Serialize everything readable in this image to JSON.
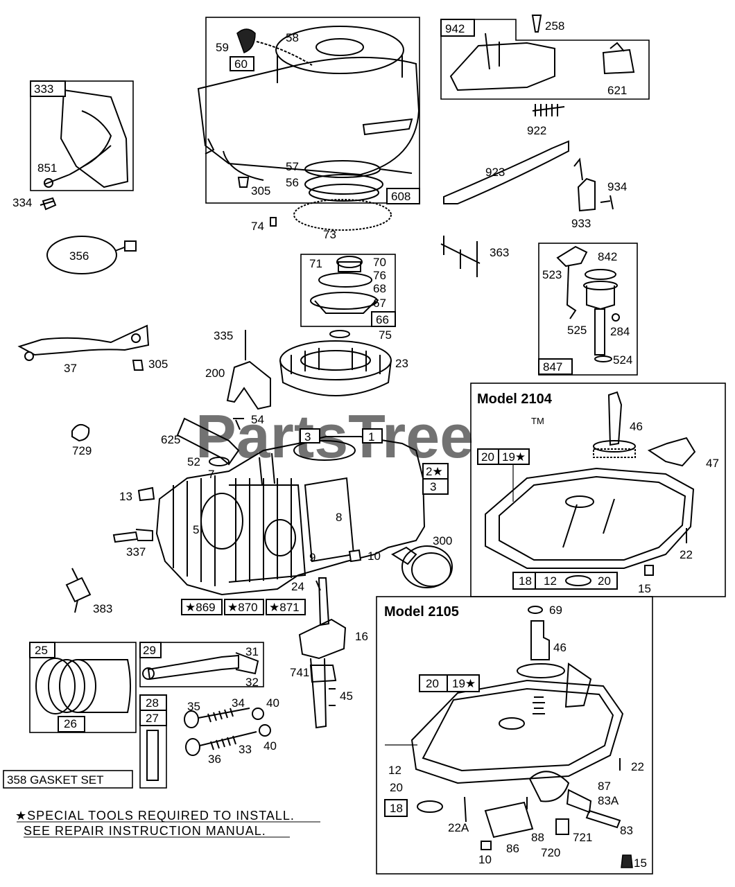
{
  "watermark": "PartsTree",
  "trademark": "TM",
  "sections": {
    "model_2104": "Model 2104",
    "model_2105": "Model 2105"
  },
  "footnote": {
    "line1": "★SPECIAL TOOLS REQUIRED TO INSTALL.",
    "line2": "SEE REPAIR INSTRUCTION MANUAL."
  },
  "gasket_set": "358 GASKET SET",
  "boxed_labels": {
    "b333": "333",
    "b60": "60",
    "b608": "608",
    "b942": "942",
    "b66": "66",
    "b847": "847",
    "b1": "1",
    "b3a": "3",
    "b2": "2★",
    "b3b": "3",
    "b869": "★869",
    "b870": "★870",
    "b871": "★871",
    "b25": "25",
    "b26": "26",
    "b29": "29",
    "b28": "28",
    "b27": "27",
    "m4_20": "20",
    "m4_19": "19★",
    "m4_18": "18",
    "m4_12": "12",
    "m4_20b": "20",
    "m5_20": "20",
    "m5_19": "19★",
    "m5_18": "18"
  },
  "labels": {
    "l59": "59",
    "l58": "58",
    "l258": "258",
    "l621": "621",
    "l922": "922",
    "l851": "851",
    "l334": "334",
    "l305a": "305",
    "l57": "57",
    "l56": "56",
    "l923": "923",
    "l934": "934",
    "l933": "933",
    "l74": "74",
    "l73": "73",
    "l356": "356",
    "l363": "363",
    "l71": "71",
    "l70": "70",
    "l76": "76",
    "l68": "68",
    "l67": "67",
    "l842": "842",
    "l523": "523",
    "l525": "525",
    "l284": "284",
    "l524": "524",
    "l335": "335",
    "l75": "75",
    "l23": "23",
    "l37": "37",
    "l305b": "305",
    "l200": "200",
    "l54": "54",
    "l625": "625",
    "l729": "729",
    "l52": "52",
    "l7": "7",
    "l13": "13",
    "l5": "5",
    "l8": "8",
    "l9": "9",
    "l10a": "10",
    "l300": "300",
    "l337": "337",
    "l24": "24",
    "l383": "383",
    "l16": "16",
    "l31": "31",
    "l32": "32",
    "l741": "741",
    "l45": "45",
    "l35": "35",
    "l34": "34",
    "l40a": "40",
    "l36": "36",
    "l33": "33",
    "l40b": "40",
    "m4_46": "46",
    "m4_47": "47",
    "m4_22": "22",
    "m4_15": "15",
    "m5_69": "69",
    "m5_46": "46",
    "m5_12": "12",
    "m5_20b": "20",
    "m5_22": "22",
    "m5_87": "87",
    "m5_83a": "83A",
    "m5_83": "83",
    "m5_22a": "22A",
    "m5_88": "88",
    "m5_86": "86",
    "m5_721": "721",
    "m5_720": "720",
    "m5_10": "10",
    "m5_15": "15"
  }
}
